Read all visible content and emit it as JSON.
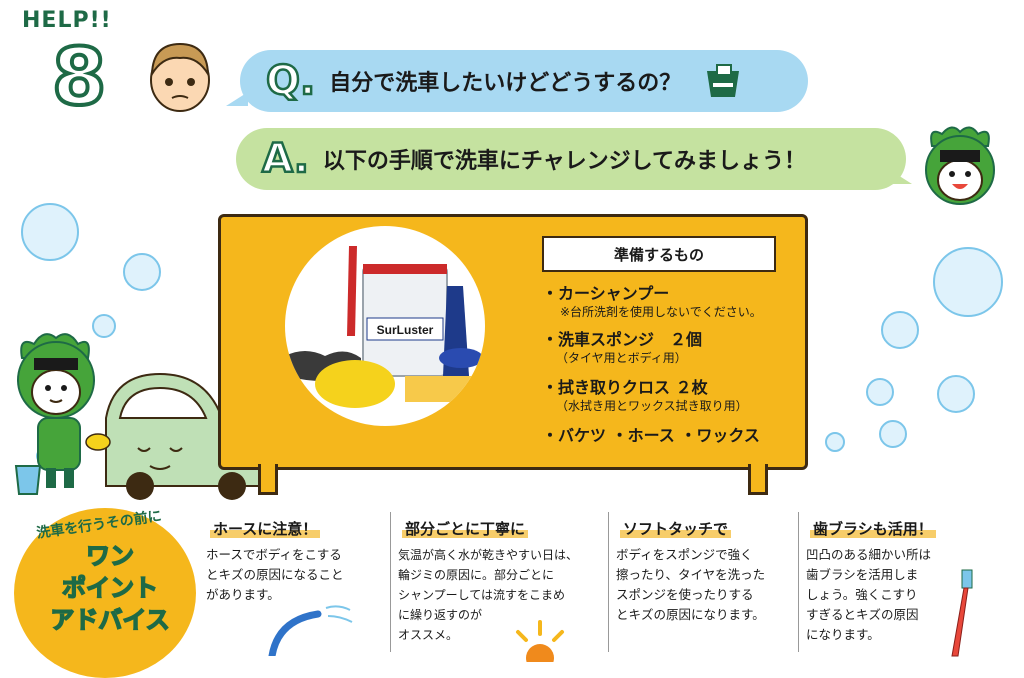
{
  "header": {
    "help": "HELP!!",
    "number": "8"
  },
  "question": {
    "mark": "Q.",
    "text": "自分で洗車したいけどどうするの？"
  },
  "answer": {
    "mark": "A.",
    "text": "以下の手順で洗車にチャレンジしてみましょう！"
  },
  "preparation": {
    "title": "準備するもの",
    "items": [
      {
        "label": "・カーシャンプー",
        "note": "※台所洗剤を使用しないでください。"
      },
      {
        "label": "・洗車スポンジ　２個",
        "note": "（タイヤ用とボディ用）"
      },
      {
        "label": "・拭き取りクロス ２枚",
        "note": "（水拭き用とワックス拭き取り用）"
      },
      {
        "label": "・バケツ ・ホース ・ワックス",
        "note": ""
      }
    ],
    "product_brand": "SurLuster"
  },
  "advice": {
    "badge_top": "洗車を行うその前に",
    "badge_main": [
      "ワン",
      "ポイント",
      "アドバイス"
    ],
    "tips": [
      {
        "title": "ホースに注意！",
        "body": [
          "ホースでボディをこする",
          "とキズの原因になること",
          "があります。"
        ]
      },
      {
        "title": "部分ごとに丁寧に",
        "body": [
          "気温が高く水が乾きやすい日は、",
          "輪ジミの原因に。部分ごとに",
          "シャンプーしては流すをこまめ",
          "に繰り返すのが",
          "オススメ。"
        ]
      },
      {
        "title": "ソフトタッチで",
        "body": [
          "ボディをスポンジで強く",
          "擦ったり、タイヤを洗った",
          "スポンジを使ったりする",
          "とキズの原因になります。"
        ]
      },
      {
        "title": "歯ブラシも活用！",
        "body": [
          "凹凸のある細かい所は",
          "歯ブラシを活用しま",
          "しょう。強くこすり",
          "すぎるとキズの原因",
          "になります。"
        ]
      }
    ]
  },
  "colors": {
    "green": "#1e6a46",
    "yellow": "#f5b71c",
    "blue_bubble": "#a8d9f2",
    "green_bubble": "#c5e2a0"
  },
  "icons": [
    "boy-face-icon",
    "bucket-icon",
    "mascot-face-icon",
    "soap-bubble-icon",
    "hose-icon",
    "sun-icon",
    "toothbrush-icon",
    "car-icon"
  ]
}
